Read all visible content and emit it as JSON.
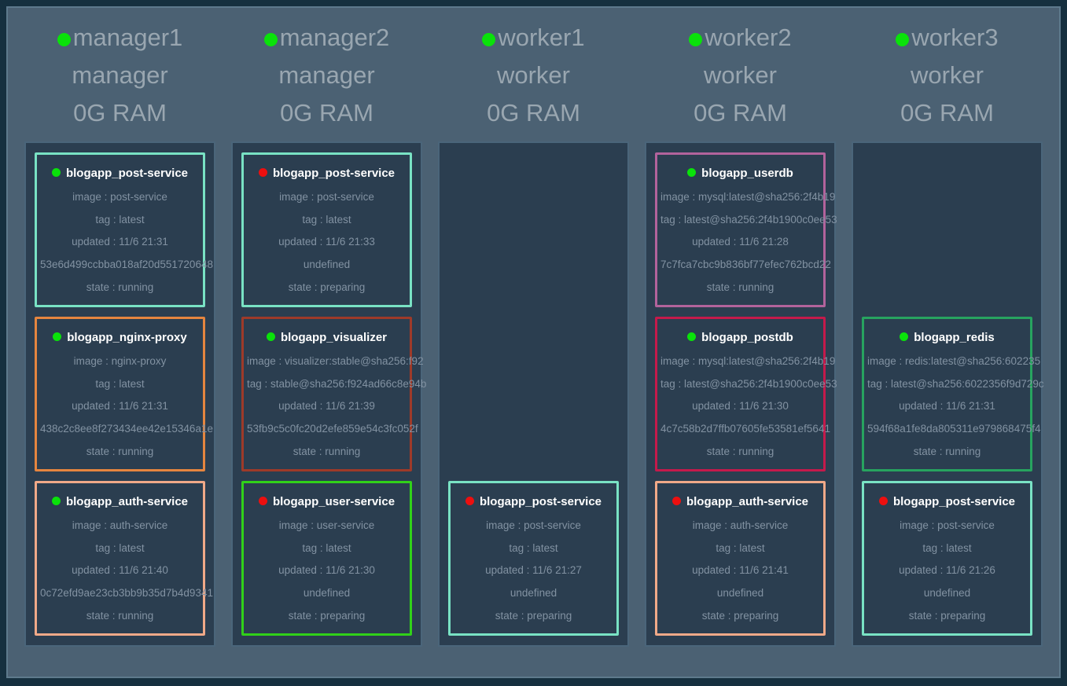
{
  "colors": {
    "page_bg": "#16303f",
    "container_bg": "#4b6173",
    "container_border": "#5e7a8c",
    "panel_bg": "#2b3e50",
    "panel_border": "#4a657a",
    "header_text": "#99a6b0",
    "card_text": "#8292a2",
    "card_title_text": "#ffffff",
    "dot": {
      "green": "#0ae20a",
      "red": "#ed0f0f"
    }
  },
  "nodes": [
    {
      "name": "manager1",
      "role": "manager",
      "ram": "0G RAM",
      "status_color": "green",
      "tasks": [
        {
          "title": "blogapp_post-service",
          "status_color": "green",
          "border": "#79e2c4",
          "rows": [
            "image : post-service",
            "tag : latest",
            "updated : 11/6 21:31",
            "53e6d499ccbba018af20d551720648",
            "state : running"
          ]
        },
        {
          "title": "blogapp_nginx-proxy",
          "status_color": "green",
          "border": "#e5853f",
          "rows": [
            "image : nginx-proxy",
            "tag : latest",
            "updated : 11/6 21:31",
            "438c2c8ee8f273434ee42e15346a1e",
            "state : running"
          ]
        },
        {
          "title": "blogapp_auth-service",
          "status_color": "green",
          "border": "#f0a988",
          "rows": [
            "image : auth-service",
            "tag : latest",
            "updated : 11/6 21:40",
            "0c72efd9ae23cb3bb9b35d7b4d9341",
            "state : running"
          ]
        }
      ]
    },
    {
      "name": "manager2",
      "role": "manager",
      "ram": "0G RAM",
      "status_color": "green",
      "tasks": [
        {
          "title": "blogapp_post-service",
          "status_color": "red",
          "border": "#79e2c4",
          "rows": [
            "image : post-service",
            "tag : latest",
            "updated : 11/6 21:33",
            "undefined",
            "state : preparing"
          ]
        },
        {
          "title": "blogapp_visualizer",
          "status_color": "green",
          "border": "#9e3a29",
          "rows": [
            "image : visualizer:stable@sha256:f92",
            "tag : stable@sha256:f924ad66c8e94b",
            "updated : 11/6 21:39",
            "53fb9c5c0fc20d2efe859e54c3fc052f",
            "state : running"
          ]
        },
        {
          "title": "blogapp_user-service",
          "status_color": "red",
          "border": "#31d119",
          "rows": [
            "image : user-service",
            "tag : latest",
            "updated : 11/6 21:30",
            "undefined",
            "state : preparing"
          ]
        }
      ]
    },
    {
      "name": "worker1",
      "role": "worker",
      "ram": "0G RAM",
      "status_color": "green",
      "tasks": [
        {
          "title": "blogapp_post-service",
          "status_color": "red",
          "border": "#79e2c4",
          "rows": [
            "image : post-service",
            "tag : latest",
            "updated : 11/6 21:27",
            "undefined",
            "state : preparing"
          ]
        }
      ]
    },
    {
      "name": "worker2",
      "role": "worker",
      "ram": "0G RAM",
      "status_color": "green",
      "tasks": [
        {
          "title": "blogapp_userdb",
          "status_color": "green",
          "border": "#b2639c",
          "rows": [
            "image : mysql:latest@sha256:2f4b19",
            "tag : latest@sha256:2f4b1900c0ee53",
            "updated : 11/6 21:28",
            "7c7fca7cbc9b836bf77efec762bcd22",
            "state : running"
          ]
        },
        {
          "title": "blogapp_postdb",
          "status_color": "green",
          "border": "#c41a4b",
          "rows": [
            "image : mysql:latest@sha256:2f4b19",
            "tag : latest@sha256:2f4b1900c0ee53",
            "updated : 11/6 21:30",
            "4c7c58b2d7ffb07605fe53581ef5641",
            "state : running"
          ]
        },
        {
          "title": "blogapp_auth-service",
          "status_color": "red",
          "border": "#f0a988",
          "rows": [
            "image : auth-service",
            "tag : latest",
            "updated : 11/6 21:41",
            "undefined",
            "state : preparing"
          ]
        }
      ]
    },
    {
      "name": "worker3",
      "role": "worker",
      "ram": "0G RAM",
      "status_color": "green",
      "tasks": [
        {
          "title": "blogapp_redis",
          "status_color": "green",
          "border": "#27a35f",
          "rows": [
            "image : redis:latest@sha256:602235",
            "tag : latest@sha256:6022356f9d729c",
            "updated : 11/6 21:31",
            "594f68a1fe8da805311e979868475f4",
            "state : running"
          ]
        },
        {
          "title": "blogapp_post-service",
          "status_color": "red",
          "border": "#79e2c4",
          "rows": [
            "image : post-service",
            "tag : latest",
            "updated : 11/6 21:26",
            "undefined",
            "state : preparing"
          ]
        }
      ]
    }
  ]
}
